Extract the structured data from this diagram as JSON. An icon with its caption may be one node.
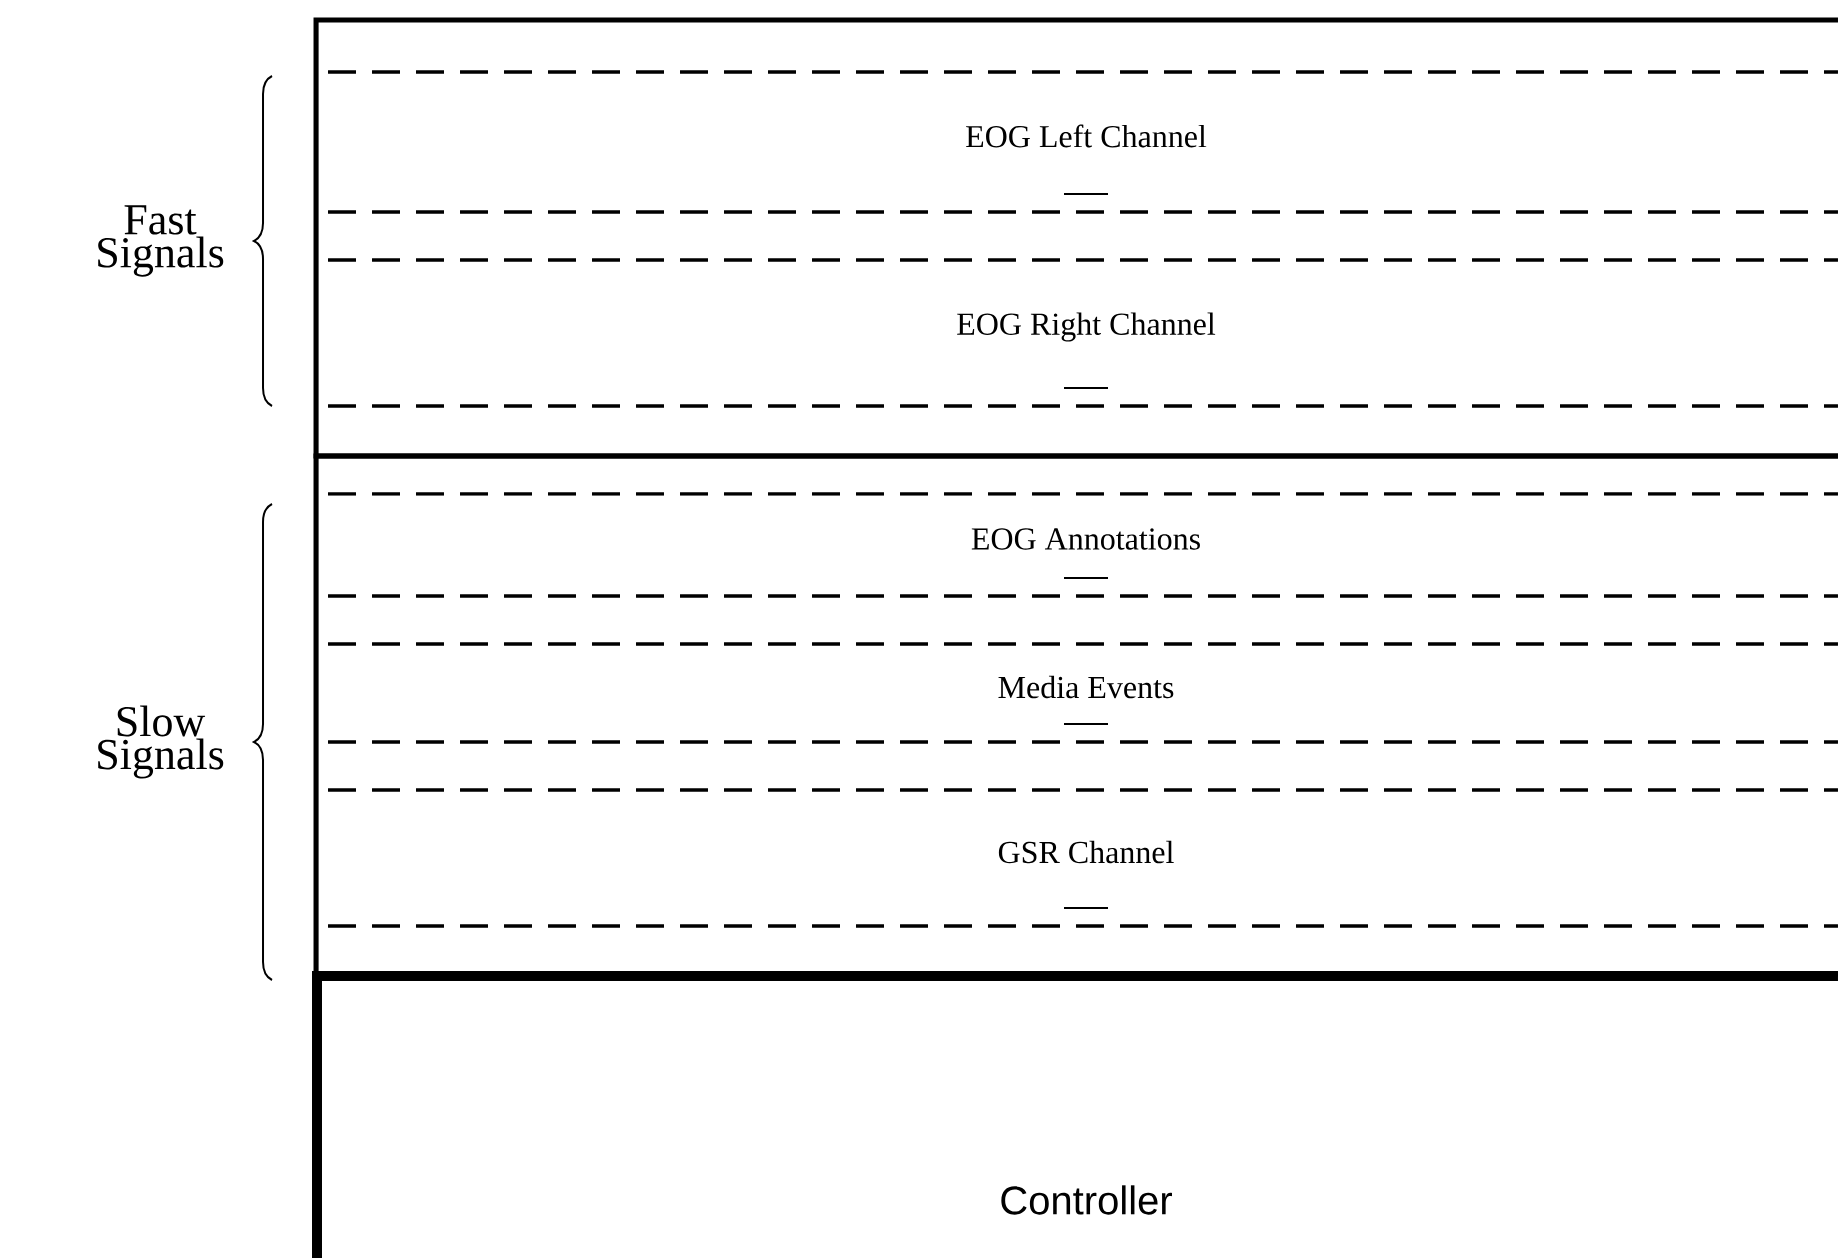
{
  "diagram": {
    "nodes": [
      {
        "text": [],
        "shape": "box"
      },
      {
        "text": [
          "EOG Left Channel"
        ],
        "in": 0
      },
      {
        "text": [
          "EOG Right Channel"
        ],
        "in": 0
      },
      {
        "text": [],
        "shape": "box"
      },
      {
        "text": [
          "EOG Annotations"
        ],
        "in": 3
      },
      {
        "text": [
          "Media Events"
        ],
        "in": 3
      },
      {
        "text": [
          "GSR Channel"
        ],
        "in": 3
      },
      {
        "text": [
          "Controller"
        ]
      }
    ],
    "labels": [
      "Fast Signals",
      "Slow Signals"
    ]
  }
}
